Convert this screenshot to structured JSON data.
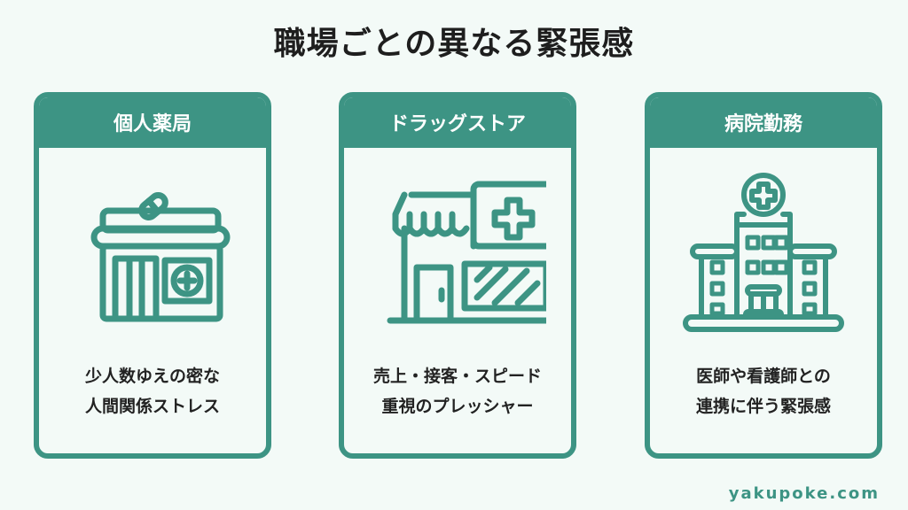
{
  "title": "職場ごとの異なる緊張感",
  "cards": [
    {
      "label": "個人薬局",
      "icon": "pharmacy-icon",
      "lines": [
        "少人数ゆえの密な",
        "人間関係ストレス"
      ]
    },
    {
      "label": "ドラッグストア",
      "icon": "drugstore-icon",
      "lines": [
        "売上・接客・スピード",
        "重視のプレッシャー"
      ]
    },
    {
      "label": "病院勤務",
      "icon": "hospital-icon",
      "lines": [
        "医師や看護師との",
        "連携に伴う緊張感"
      ]
    }
  ],
  "footer": "yakupoke.com",
  "colors": {
    "accent": "#3d9484",
    "background": "#f3faf7"
  }
}
